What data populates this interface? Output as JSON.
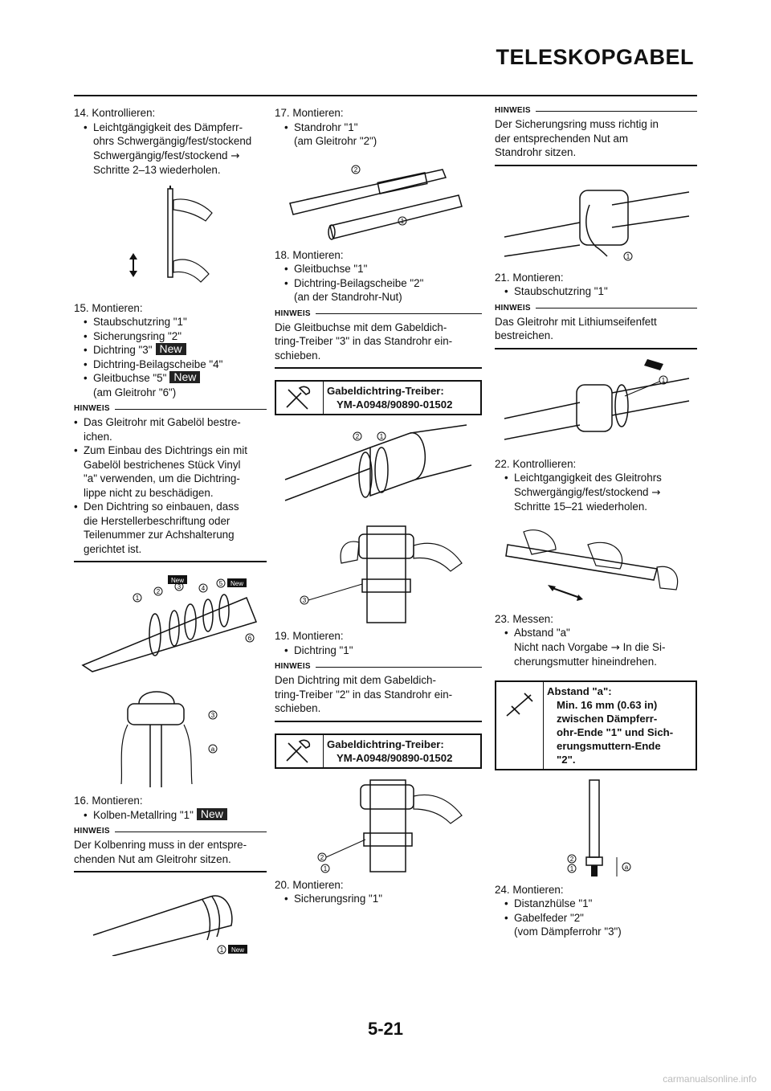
{
  "header": {
    "title": "TELESKOPGABEL"
  },
  "page_number": "5-21",
  "footer": "carmanualsonline.info",
  "labels": {
    "note": "HINWEIS",
    "new": "New",
    "arrow": "→"
  },
  "col1": {
    "s14": {
      "head": "14. Kontrollieren:",
      "b1": "Leichtgängigkeit des Dämpferr-",
      "b1c1": "ohrs Schwergängig/fest/stockend",
      "b1c2": "Schwergängig/fest/stockend",
      "b1c3": "Schritte 2–13 wiederholen."
    },
    "s15": {
      "head": "15. Montieren:",
      "b1": "Staubschutzring \"1\"",
      "b2": "Sicherungsring \"2\"",
      "b3": "Dichtring \"3\"",
      "b4": "Dichtring-Beilagscheibe \"4\"",
      "b5": "Gleitbuchse \"5\"",
      "b5c": "(am Gleitrohr \"6\")"
    },
    "n15": [
      "Das Gleitrohr mit Gabelöl bestre-",
      "ichen.",
      "Zum Einbau des Dichtrings ein mit",
      "Gabelöl bestrichenes Stück Vinyl",
      "\"a\" verwenden, um die Dichtring-",
      "lippe nicht zu beschädigen.",
      "Den Dichtring so einbauen, dass",
      "die Herstellerbeschriftung oder",
      "Teilenummer zur Achshalterung",
      "gerichtet ist."
    ],
    "s16": {
      "head": "16. Montieren:",
      "b1": "Kolben-Metallring \"1\""
    },
    "n16": [
      "Der Kolbenring muss in der entspre-",
      "chenden Nut am Gleitrohr sitzen."
    ]
  },
  "col2": {
    "s17": {
      "head": "17. Montieren:",
      "b1": "Standrohr \"1\"",
      "b1c": "(am Gleitrohr \"2\")"
    },
    "s18": {
      "head": "18. Montieren:",
      "b1": "Gleitbuchse \"1\"",
      "b2": "Dichtring-Beilagscheibe \"2\"",
      "b2c": "(an der Standrohr-Nut)"
    },
    "n18": [
      "Die Gleitbuchse mit dem Gabeldich-",
      "tring-Treiber \"3\" in das Standrohr ein-",
      "schieben."
    ],
    "tool1": {
      "name": "Gabeldichtring-Treiber:",
      "code": "YM-A0948/90890-01502"
    },
    "s19": {
      "head": "19. Montieren:",
      "b1": "Dichtring \"1\""
    },
    "n19": [
      "Den Dichtring mit dem Gabeldich-",
      "tring-Treiber \"2\" in das Standrohr ein-",
      "schieben."
    ],
    "tool2": {
      "name": "Gabeldichtring-Treiber:",
      "code": "YM-A0948/90890-01502"
    },
    "s20": {
      "head": "20. Montieren:",
      "b1": "Sicherungsring \"1\""
    }
  },
  "col3": {
    "n20": [
      "Der Sicherungsring muss richtig in",
      "der entsprechenden Nut am",
      "Standrohr sitzen."
    ],
    "s21": {
      "head": "21. Montieren:",
      "b1": "Staubschutzring \"1\""
    },
    "n21": [
      "Das Gleitrohr mit Lithiumseifenfett",
      "bestreichen."
    ],
    "s22": {
      "head": "22. Kontrollieren:",
      "b1": "Leichtgangigkeit des Gleitrohrs",
      "b1c1": "Schwergängig/fest/stockend",
      "b1c2": "Schritte 15–21 wiederholen."
    },
    "s23": {
      "head": "23. Messen:",
      "b1": "Abstand \"a\"",
      "b1c1": "Nicht nach Vorgabe",
      "b1c1b": "In die Si-",
      "b1c2": "cherungsmutter hineindrehen."
    },
    "spec": [
      "Abstand \"a\":",
      "Min. 16 mm (0.63 in)",
      "zwischen Dämpferr-",
      "ohr-Ende \"1\" und Sich-",
      "erungsmuttern-Ende",
      "\"2\"."
    ],
    "s24": {
      "head": "24. Montieren:",
      "b1": "Distanzhülse \"1\"",
      "b2": "Gabelfeder \"2\"",
      "b2c": "(vom Dämpferrohr \"3\")"
    }
  },
  "figures": {
    "f14": "Gabel-Leichtgängigkeitsprüfung",
    "callouts": {
      "c1": "1",
      "c2": "2",
      "c3": "3",
      "c4": "4",
      "c5": "5",
      "c6": "6",
      "ca": "a"
    }
  }
}
